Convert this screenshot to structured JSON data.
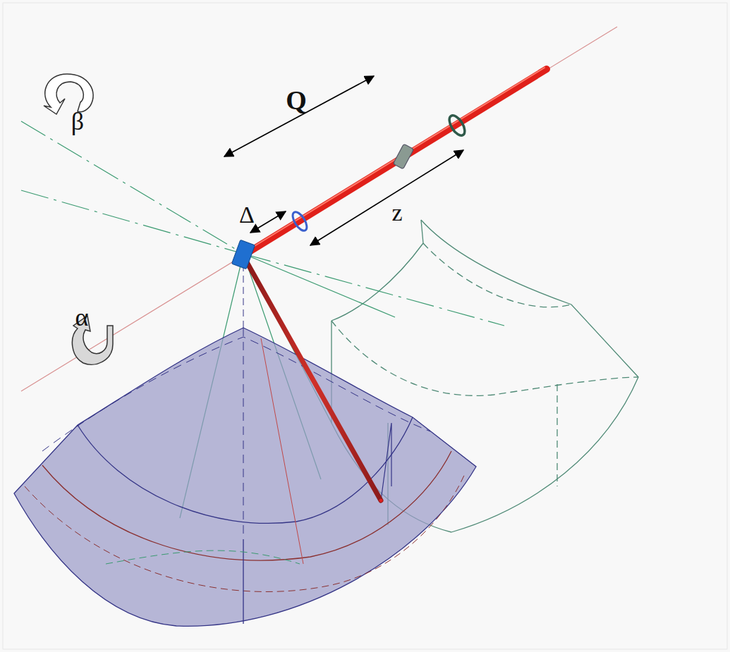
{
  "diagram": {
    "labels": [
      "β",
      "Q",
      "Δ",
      "z",
      "α"
    ]
  }
}
